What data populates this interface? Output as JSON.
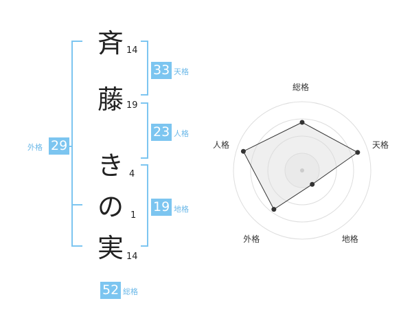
{
  "name_chars": [
    {
      "char": "斉",
      "strokes": "14"
    },
    {
      "char": "藤",
      "strokes": "19"
    },
    {
      "char": "き",
      "strokes": "4"
    },
    {
      "char": "の",
      "strokes": "1"
    },
    {
      "char": "実",
      "strokes": "14"
    }
  ],
  "kaku": {
    "tenkaku": {
      "value": "33",
      "label": "天格"
    },
    "jinkaku": {
      "value": "23",
      "label": "人格"
    },
    "chikaku": {
      "value": "19",
      "label": "地格"
    },
    "gaikaku": {
      "value": "29",
      "label": "外格"
    },
    "soukaku": {
      "value": "52",
      "label": "総格"
    }
  },
  "colors": {
    "accent": "#7cc5f0",
    "bracket": "#7cc5f0",
    "text": "#222222"
  },
  "chart_data": {
    "type": "radar",
    "axes": [
      "総格",
      "天格",
      "地格",
      "外格",
      "人格"
    ],
    "values": [
      0.7,
      0.85,
      0.25,
      0.7,
      0.9
    ],
    "rmax": 1.0,
    "rings": 4
  }
}
